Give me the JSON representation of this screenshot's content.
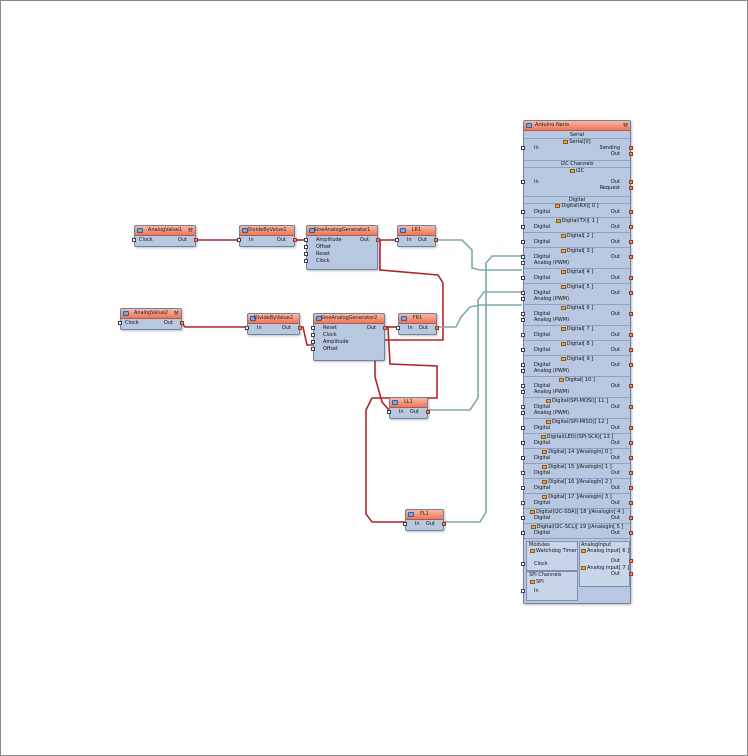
{
  "components": {
    "analog_value1": {
      "title": "AnalogValue1",
      "clock": "Clock",
      "out": "Out"
    },
    "analog_value2": {
      "title": "AnalogValue2",
      "clock": "Clock",
      "out": "Out"
    },
    "divide1": {
      "title": "DivideByValue1",
      "in": "In",
      "out": "Out"
    },
    "divide2": {
      "title": "DivideByValue2",
      "in": "In",
      "out": "Out"
    },
    "sine1": {
      "title": "SineAnalogGenerator1",
      "pins": [
        "Amplitude",
        "Offset",
        "Reset",
        "Clock"
      ],
      "out": "Out"
    },
    "sine2": {
      "title": "SineAnalogGenerator2",
      "pins": [
        "Reset",
        "Clock",
        "Amplitude",
        "Offset"
      ],
      "out": "Out"
    },
    "lr1": {
      "title": "LR1",
      "in": "In",
      "out": "Out"
    },
    "fr1": {
      "title": "FR1",
      "in": "In",
      "out": "Out"
    },
    "ll1": {
      "title": "LL1",
      "in": "In",
      "out": "Out"
    },
    "fl1": {
      "title": "FL1",
      "in": "In",
      "out": "Out"
    }
  },
  "arduino": {
    "title": "Arduino Nano",
    "serial": {
      "section": "Serial",
      "sub": "Serial[0]",
      "in": "In",
      "sending": "Sending",
      "out": "Out"
    },
    "i2c": {
      "section": "I2C Channels",
      "sub": "I2C",
      "in": "In",
      "out": "Out",
      "request": "Request"
    },
    "digital": {
      "section": "Digital",
      "channels": [
        {
          "name": "Digital(RX)[ 0 ]",
          "pins": [
            "Digital"
          ],
          "out": "Out"
        },
        {
          "name": "Digital(TX)[ 1 ]",
          "pins": [
            "Digital"
          ],
          "out": "Out"
        },
        {
          "name": "Digital[ 2 ]",
          "pins": [
            "Digital"
          ],
          "out": "Out"
        },
        {
          "name": "Digital[ 3 ]",
          "pins": [
            "Digital",
            "Analog (PWM)"
          ],
          "out": "Out"
        },
        {
          "name": "Digital[ 4 ]",
          "pins": [
            "Digital"
          ],
          "out": "Out"
        },
        {
          "name": "Digital[ 5 ]",
          "pins": [
            "Digital",
            "Analog (PWM)"
          ],
          "out": "Out"
        },
        {
          "name": "Digital[ 6 ]",
          "pins": [
            "Digital",
            "Analog (PWM)"
          ],
          "out": "Out"
        },
        {
          "name": "Digital[ 7 ]",
          "pins": [
            "Digital"
          ],
          "out": "Out"
        },
        {
          "name": "Digital[ 8 ]",
          "pins": [
            "Digital"
          ],
          "out": "Out"
        },
        {
          "name": "Digital[ 9 ]",
          "pins": [
            "Digital",
            "Analog (PWM)"
          ],
          "out": "Out"
        },
        {
          "name": "Digital[ 10 ]",
          "pins": [
            "Digital",
            "Analog (PWM)"
          ],
          "out": "Out"
        },
        {
          "name": "Digital(SPI-MOSI)[ 11 ]",
          "pins": [
            "Digital",
            "Analog (PWM)"
          ],
          "out": "Out"
        },
        {
          "name": "Digital(SPI-MISO)[ 12 ]",
          "pins": [
            "Digital"
          ],
          "out": "Out"
        },
        {
          "name": "Digital(LED)(SPI-SCK)[ 13 ]",
          "pins": [
            "Digital"
          ],
          "out": "Out"
        },
        {
          "name": "Digital[ 14 ]/AnalogIn[ 0 ]",
          "pins": [
            "Digital"
          ],
          "out": "Out"
        },
        {
          "name": "Digital[ 15 ]/AnalogIn[ 1 ]",
          "pins": [
            "Digital"
          ],
          "out": "Out"
        },
        {
          "name": "Digital[ 16 ]/AnalogIn[ 2 ]",
          "pins": [
            "Digital"
          ],
          "out": "Out"
        },
        {
          "name": "Digital[ 17 ]/AnalogIn[ 3 ]",
          "pins": [
            "Digital"
          ],
          "out": "Out"
        },
        {
          "name": "Digital(I2C-SDA)[ 18 ]/AnalogIn[ 4 ]",
          "pins": [
            "Digital"
          ],
          "out": "Out"
        },
        {
          "name": "Digital(I2C-SCL)[ 19 ]/AnalogIn[ 5 ]",
          "pins": [
            "Digital"
          ],
          "out": "Out"
        }
      ]
    },
    "modules": {
      "section": "Modules",
      "sub": "Watchdog Timer",
      "clock": "Clock"
    },
    "analog_input": {
      "section": "AnalogInput",
      "channels": [
        {
          "name": "Analog Input[ 6 ]",
          "out": "Out"
        },
        {
          "name": "Analog Input[ 7 ]",
          "out": "Out"
        }
      ]
    },
    "spi": {
      "section": "SPI Channels",
      "sub": "SPI",
      "in": "In"
    }
  },
  "colors": {
    "wire_red": "#b0242c",
    "wire_teal": "#7fa9ad"
  }
}
